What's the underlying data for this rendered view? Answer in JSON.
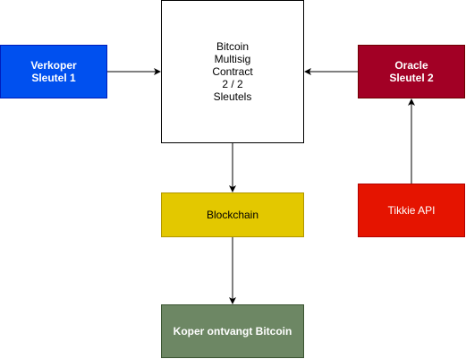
{
  "diagram": {
    "nodes": {
      "verkoper": {
        "label": "Verkoper\nSleutel 1",
        "fill": "#0050ef",
        "stroke": "#001dbc",
        "text_color": "#ffffff"
      },
      "contract": {
        "label": "Bitcoin\nMultisig\nContract\n2 / 2\nSleutels",
        "fill": "#ffffff",
        "stroke": "#000000",
        "text_color": "#000000"
      },
      "oracle": {
        "label": "Oracle\nSleutel 2",
        "fill": "#a20025",
        "stroke": "#6f0000",
        "text_color": "#ffffff"
      },
      "blockchain": {
        "label": "Blockchain",
        "fill": "#e3c800",
        "stroke": "#b09500",
        "text_color": "#000000"
      },
      "tikkie": {
        "label": "Tikkie API",
        "fill": "#e51400",
        "stroke": "#b20000",
        "text_color": "#ffffff"
      },
      "koper": {
        "label": "Koper ontvangt Bitcoin",
        "fill": "#6d8764",
        "stroke": "#3a5431",
        "text_color": "#ffffff"
      }
    },
    "edges": [
      {
        "from": "verkoper",
        "to": "contract"
      },
      {
        "from": "oracle",
        "to": "contract"
      },
      {
        "from": "contract",
        "to": "blockchain"
      },
      {
        "from": "blockchain",
        "to": "koper"
      },
      {
        "from": "tikkie",
        "to": "oracle"
      }
    ]
  }
}
